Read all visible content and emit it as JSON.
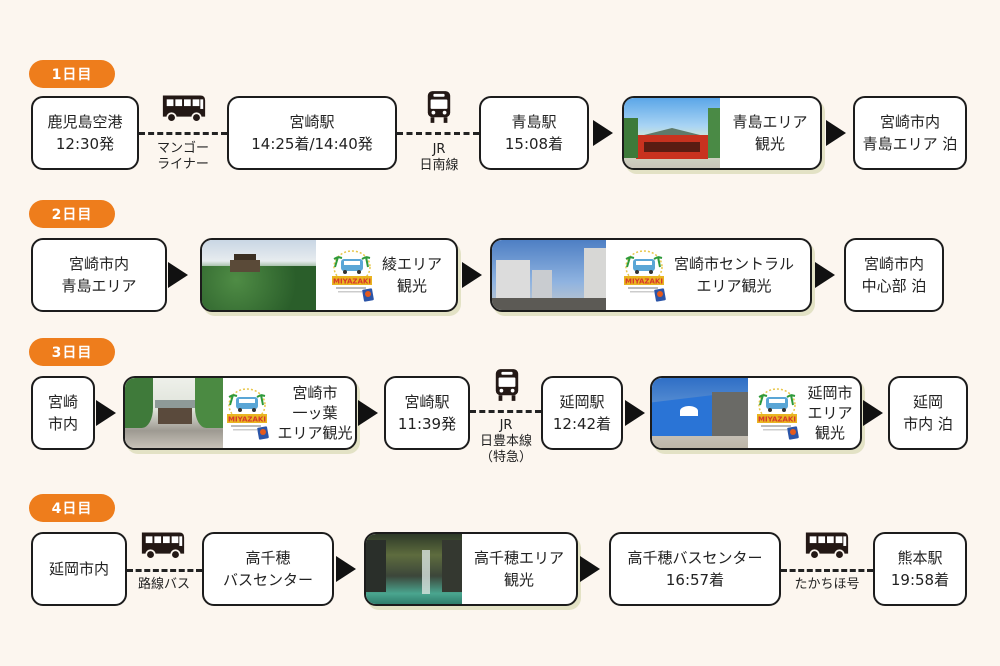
{
  "colors": {
    "background": "#fcf6ef",
    "badge": "#ee7d1c",
    "border": "#1c1c1c"
  },
  "days": [
    {
      "badge": "1日目",
      "nodes": [
        {
          "type": "stop",
          "lines": [
            "鹿児島空港",
            "12:30発"
          ]
        },
        {
          "type": "transport",
          "icon": "bus-icon",
          "lines": [
            "マンゴー",
            "ライナー"
          ]
        },
        {
          "type": "stop",
          "lines": [
            "宮崎駅",
            "14:25着/14:40発"
          ]
        },
        {
          "type": "transport",
          "icon": "train-icon",
          "lines": [
            "JR",
            "日南線"
          ]
        },
        {
          "type": "stop",
          "lines": [
            "青島駅",
            "15:08着"
          ]
        },
        {
          "type": "sightseeing",
          "photo": "aoshima-shrine-photo",
          "logo": false,
          "lines": [
            "青島エリア",
            "観光"
          ]
        },
        {
          "type": "stop",
          "lines": [
            "宮崎市内",
            "青島エリア 泊"
          ]
        }
      ]
    },
    {
      "badge": "2日目",
      "nodes": [
        {
          "type": "stop",
          "lines": [
            "宮崎市内",
            "青島エリア"
          ]
        },
        {
          "type": "sightseeing",
          "photo": "aya-castle-photo",
          "logo": true,
          "lines": [
            "綾エリア",
            "観光"
          ]
        },
        {
          "type": "sightseeing",
          "photo": "miyazaki-central-photo",
          "logo": true,
          "lines": [
            "宮崎市セントラル",
            "エリア観光"
          ]
        },
        {
          "type": "stop",
          "lines": [
            "宮崎市内",
            "中心部 泊"
          ]
        }
      ]
    },
    {
      "badge": "3日目",
      "nodes": [
        {
          "type": "stop",
          "lines": [
            "宮崎",
            "市内"
          ]
        },
        {
          "type": "sightseeing",
          "photo": "hitotsuba-shrine-photo",
          "logo": true,
          "lines": [
            "宮崎市",
            "一ッ葉",
            "エリア観光"
          ]
        },
        {
          "type": "stop",
          "lines": [
            "宮崎駅",
            "11:39発"
          ]
        },
        {
          "type": "transport",
          "icon": "train-icon",
          "lines": [
            "JR",
            "日豊本線",
            "（特急）"
          ]
        },
        {
          "type": "stop",
          "lines": [
            "延岡駅",
            "12:42着"
          ]
        },
        {
          "type": "sightseeing",
          "photo": "nobeoka-building-photo",
          "logo": true,
          "lines": [
            "延岡市",
            "エリア",
            "観光"
          ]
        },
        {
          "type": "stop",
          "lines": [
            "延岡",
            "市内 泊"
          ]
        }
      ]
    },
    {
      "badge": "4日目",
      "nodes": [
        {
          "type": "stop",
          "lines": [
            "延岡市内"
          ]
        },
        {
          "type": "transport",
          "icon": "bus-icon",
          "lines": [
            "路線バス"
          ]
        },
        {
          "type": "stop",
          "lines": [
            "高千穂",
            "バスセンター"
          ]
        },
        {
          "type": "sightseeing",
          "photo": "takachiho-gorge-photo",
          "logo": false,
          "lines": [
            "高千穂エリア",
            "観光"
          ]
        },
        {
          "type": "stop",
          "lines": [
            "高千穂バスセンター",
            "16:57着"
          ]
        },
        {
          "type": "transport",
          "icon": "bus-icon",
          "lines": [
            "たかちほ号"
          ]
        },
        {
          "type": "stop",
          "lines": [
            "熊本駅",
            "19:58着"
          ]
        }
      ]
    }
  ]
}
